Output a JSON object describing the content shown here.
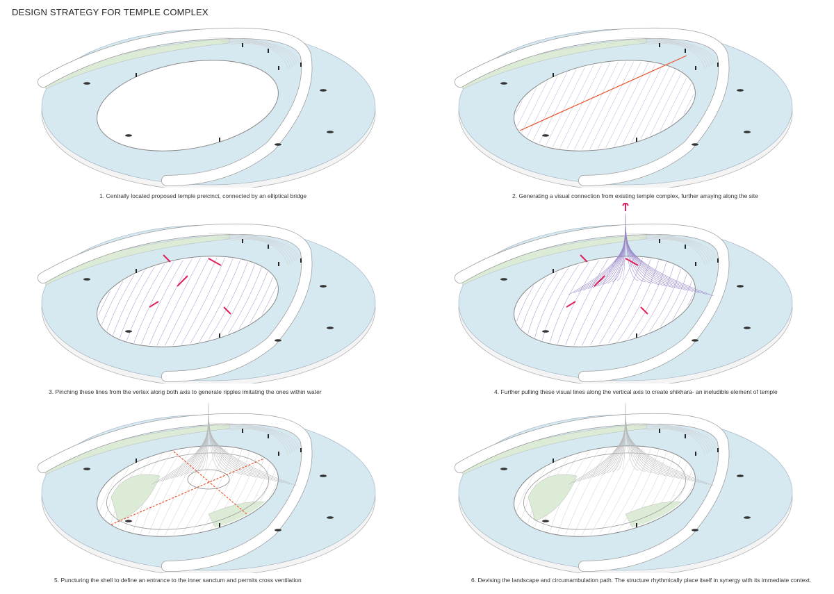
{
  "title": "DESIGN STRATEGY FOR TEMPLE COMPLEX",
  "colors": {
    "water": "#d6e8f0",
    "green": "#dcebd6",
    "accent_red": "#e8542a",
    "arrow_pink": "#e0205a",
    "contour_purple": "#9a86c8"
  },
  "panels": [
    {
      "caption": "1. Centrally located proposed temple preicinct, connected by an elliptical bridge",
      "variant": "void"
    },
    {
      "caption": "2. Generating a visual connection from existing temple complex, further arraying along the site",
      "variant": "axis"
    },
    {
      "caption": "3. Pinching these lines from the vertex along both axis to generate ripples imitating the ones within water",
      "variant": "ripples"
    },
    {
      "caption": "4. Further pulling these visual lines along the vertical axis to create shikhara- an ineludible element of temple",
      "variant": "shikhara"
    },
    {
      "caption": "5. Puncturing the shell to define an entrance to the inner sanctum and permits cross ventilation",
      "variant": "puncture"
    },
    {
      "caption": "6. Devising the landscape and circumambulation path. The structure rhythmically place itself in synergy with its immediate context.",
      "variant": "final"
    }
  ]
}
